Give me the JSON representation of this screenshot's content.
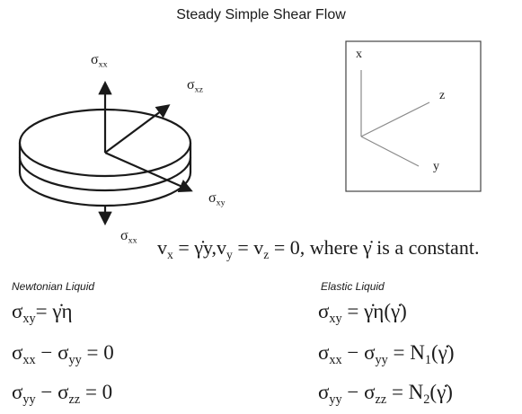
{
  "title": "Steady Simple Shear Flow",
  "disk_labels": {
    "sigma_xx_top": "σ",
    "sigma_xx_top_sub": "xx",
    "sigma_xz": "σ",
    "sigma_xz_sub": "xz",
    "sigma_xy": "σ",
    "sigma_xy_sub": "xy",
    "sigma_xx_bottom": "σ",
    "sigma_xx_bottom_sub": "xx"
  },
  "axes_box": {
    "x": "x",
    "y": "y",
    "z": "z"
  },
  "flow_equation": {
    "vx": "v",
    "vx_sub": "x",
    "eq1": " = γ̇y,",
    "vy": "v",
    "vy_sub": "y",
    "eq2": " = ",
    "vz": "v",
    "vz_sub": "z",
    "eq3": " = 0, where γ̇ is a constant."
  },
  "newtonian": {
    "heading": "Newtonian Liquid",
    "eq1": {
      "a": "σ",
      "a_sub": "xy",
      "rest": "= γ̇η"
    },
    "eq2": {
      "a": "σ",
      "a_sub": "xx",
      "mid": " − σ",
      "b_sub": "yy",
      "rest": " = 0"
    },
    "eq3": {
      "a": "σ",
      "a_sub": "yy",
      "mid": " − σ",
      "b_sub": "zz",
      "rest": " = 0"
    }
  },
  "elastic": {
    "heading": "Elastic Liquid",
    "eq1": {
      "a": "σ",
      "a_sub": "xy",
      "rest": " = γ̇η(γ̇)"
    },
    "eq2": {
      "a": "σ",
      "a_sub": "xx",
      "mid": " − σ",
      "b_sub": "yy",
      "rest": " = N",
      "n_sub": "1",
      "tail": "(γ̇)"
    },
    "eq3": {
      "a": "σ",
      "a_sub": "yy",
      "mid": " − σ",
      "b_sub": "zz",
      "rest": " = N",
      "n_sub": "2",
      "tail": "(γ̇)"
    }
  },
  "colors": {
    "stroke": "#1a1a1a",
    "box": "#444444",
    "axis_lines": "#8a8a8a"
  }
}
